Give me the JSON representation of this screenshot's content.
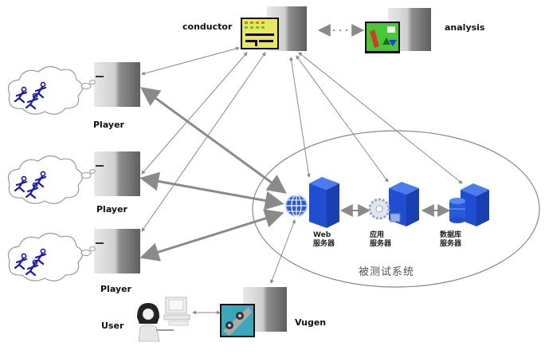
{
  "diagram": {
    "title": "LoadRunner architecture",
    "nodes": {
      "conductor": {
        "label": "conductor"
      },
      "analysis": {
        "label": "analysis"
      },
      "players": [
        {
          "label": "Player"
        },
        {
          "label": "Player"
        },
        {
          "label": "Player"
        }
      ],
      "user": {
        "label": "User"
      },
      "vugen": {
        "label": "Vugen"
      },
      "web_server": {
        "label_line1": "Web",
        "label_line2": "服务器"
      },
      "app_server": {
        "label_line1": "应用",
        "label_line2": "服务器"
      },
      "db_server": {
        "label_line1": "数据库",
        "label_line2": "服务器"
      }
    },
    "system_under_test": {
      "label": "被测试系统"
    },
    "edges": [
      {
        "from": "conductor",
        "to": "analysis",
        "style": "dotted"
      },
      {
        "from": "conductor",
        "to": "player-1",
        "style": "thin"
      },
      {
        "from": "conductor",
        "to": "player-2",
        "style": "thin"
      },
      {
        "from": "conductor",
        "to": "player-3",
        "style": "thin"
      },
      {
        "from": "conductor",
        "to": "web_server",
        "style": "thin"
      },
      {
        "from": "conductor",
        "to": "app_server",
        "style": "thin"
      },
      {
        "from": "conductor",
        "to": "db_server",
        "style": "thin"
      },
      {
        "from": "player-1",
        "to": "web_server",
        "style": "thick"
      },
      {
        "from": "player-2",
        "to": "web_server",
        "style": "thick"
      },
      {
        "from": "player-3",
        "to": "web_server",
        "style": "thick"
      },
      {
        "from": "web_server",
        "to": "app_server",
        "style": "medium"
      },
      {
        "from": "app_server",
        "to": "db_server",
        "style": "medium"
      },
      {
        "from": "web_server",
        "to": "vugen",
        "style": "thin"
      },
      {
        "from": "user",
        "to": "vugen",
        "style": "thin"
      }
    ],
    "colors": {
      "server_blue": "#1f4fd0",
      "user_blue": "#1a1aa8",
      "arrow_gray": "#8a8a8a",
      "tower_gray": "#9a9a9a"
    }
  }
}
